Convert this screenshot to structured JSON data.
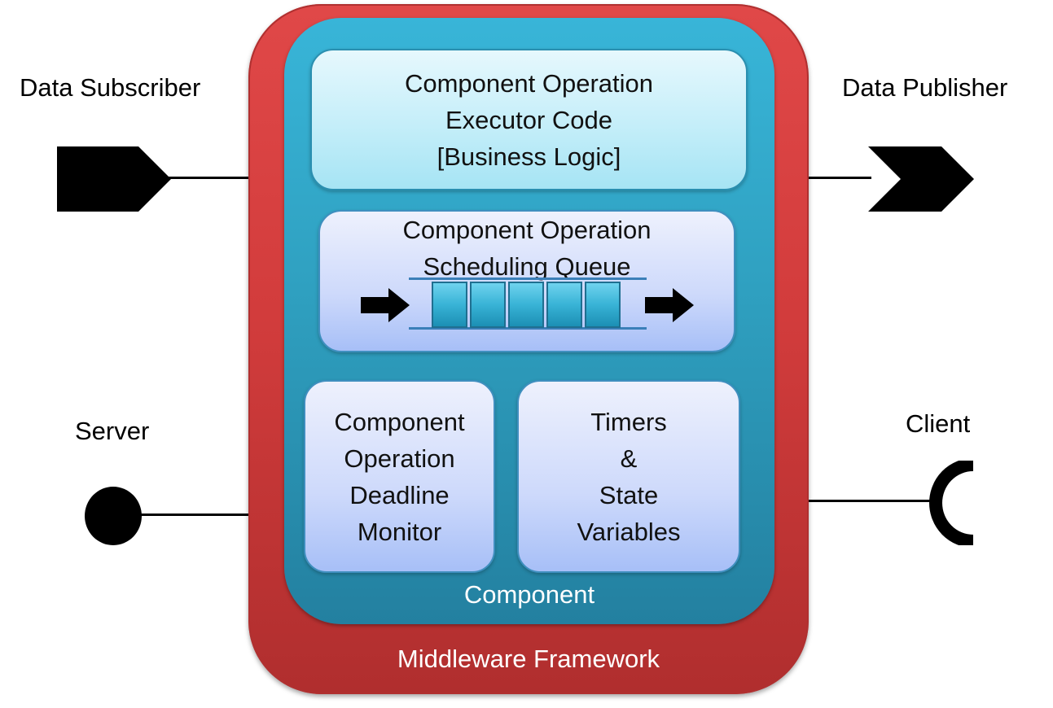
{
  "ports": {
    "data_subscriber": "Data Subscriber",
    "data_publisher": "Data Publisher",
    "server": "Server",
    "client": "Client"
  },
  "framework": {
    "label": "Middleware Framework",
    "color": "#d23c3c"
  },
  "component": {
    "label": "Component",
    "color": "#2fa0c0"
  },
  "panels": {
    "executor": [
      "Component Operation",
      "Executor Code",
      "[Business Logic]"
    ],
    "queue": [
      "Component Operation",
      "Scheduling Queue"
    ],
    "deadline": [
      "Component",
      "Operation",
      "Deadline",
      "Monitor"
    ],
    "timers": [
      "Timers",
      "&",
      "State",
      "Variables"
    ]
  },
  "icons": {
    "subscriber": "pentagon-arrow-icon",
    "publisher": "chevron-arrow-icon",
    "server": "filled-circle-icon",
    "client": "socket-arc-icon",
    "queue_in": "right-arrow-icon",
    "queue_out": "right-arrow-icon"
  }
}
